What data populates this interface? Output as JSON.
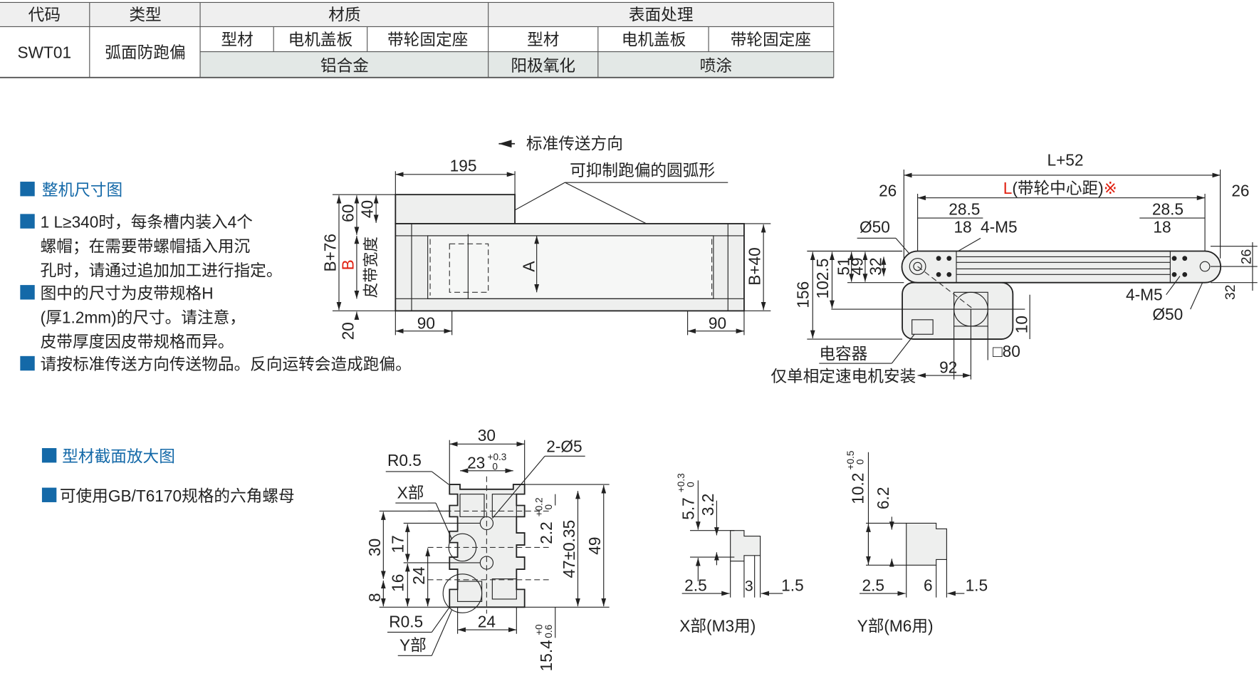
{
  "table": {
    "headers": [
      "代码",
      "类型",
      "材质",
      "表面处理"
    ],
    "code": "SWT01",
    "type": "弧面防跑偏",
    "material_sub": [
      "型材",
      "电机盖板",
      "带轮固定座"
    ],
    "material_value": "铝合金",
    "surface_sub": [
      "型材",
      "电机盖板",
      "带轮固定座"
    ],
    "surface_values": [
      "阳极氧化",
      "喷涂"
    ]
  },
  "overall": {
    "heading": "整机尺寸图",
    "notes": [
      "1 L≥340时，每条槽内装入4个",
      "螺帽；在需要带螺帽插入用沉",
      "孔时，请通过追加加工进行指定。",
      "图中的尺寸为皮带规格H",
      "(厚1.2mm)的尺寸。请注意，",
      "皮带厚度因皮带规格而异。",
      "请按标准传送方向传送物品。反向运转会造成跑偏。"
    ]
  },
  "front_view": {
    "direction": "标准传送方向",
    "arc_note": "可抑制跑偏的圆弧形",
    "dims": {
      "top_width": "195",
      "h60": "60",
      "h40": "40",
      "total": "B+76",
      "b": "B",
      "belt_width": "皮带宽度",
      "a": "A",
      "b40": "B+40",
      "bottom20": "20",
      "foot_left": "90",
      "foot_right": "90"
    }
  },
  "side_view": {
    "l52": "L+52",
    "l": "L",
    "l_label": "(带轮中心距)",
    "mark": "※",
    "d26_left": "26",
    "d26_right": "26",
    "d285_left": "28.5",
    "d285_right": "28.5",
    "d18_left": "18",
    "d18_right": "18",
    "m5_top": "4-M5",
    "m5_bottom": "4-M5",
    "phi_top": "Ø50",
    "phi_bottom": "Ø50",
    "h156": "156",
    "h1025": "102.5",
    "h51": "51",
    "h49": "49",
    "h32": "32",
    "r26": "26",
    "r32": "32",
    "h10": "10",
    "sq80": "□80",
    "w92": "92",
    "capacitor": "电容器",
    "motor_note": "仅单相定速电机安装"
  },
  "section": {
    "heading": "型材截面放大图",
    "note": "可使用GB/T6170规格的六角螺母",
    "dims": {
      "w30": "30",
      "w23": "23",
      "tol23": [
        "+0.3",
        "0"
      ],
      "holes": "2-Ø5",
      "r05_top": "R0.5",
      "r05_bottom": "R0.5",
      "x_part": "X部",
      "y_part": "Y部",
      "h30": "30",
      "h17": "17",
      "h16": "16",
      "h24": "24",
      "h8": "8",
      "d22": "2.2",
      "tol22": [
        "+0.2",
        "0"
      ],
      "d47": "47±0.35",
      "h49": "49",
      "w24": "24",
      "d154": "15.4",
      "tol154": [
        "+0",
        "0.6"
      ]
    }
  },
  "x_detail": {
    "title": "X部(M3用)",
    "d57": "5.7",
    "tol57": [
      "+0.3",
      "0"
    ],
    "d32": "3.2",
    "d25": "2.5",
    "d3": "3",
    "d15": "1.5"
  },
  "y_detail": {
    "title": "Y部(M6用)",
    "d102": "10.2",
    "tol102": [
      "+0.5",
      "0"
    ],
    "d62": "6.2",
    "d25": "2.5",
    "d6": "6",
    "d15": "1.5"
  },
  "colors": {
    "heading": "#1469a8",
    "accent_red": "#e02010",
    "part_fill": "#eeefee"
  }
}
